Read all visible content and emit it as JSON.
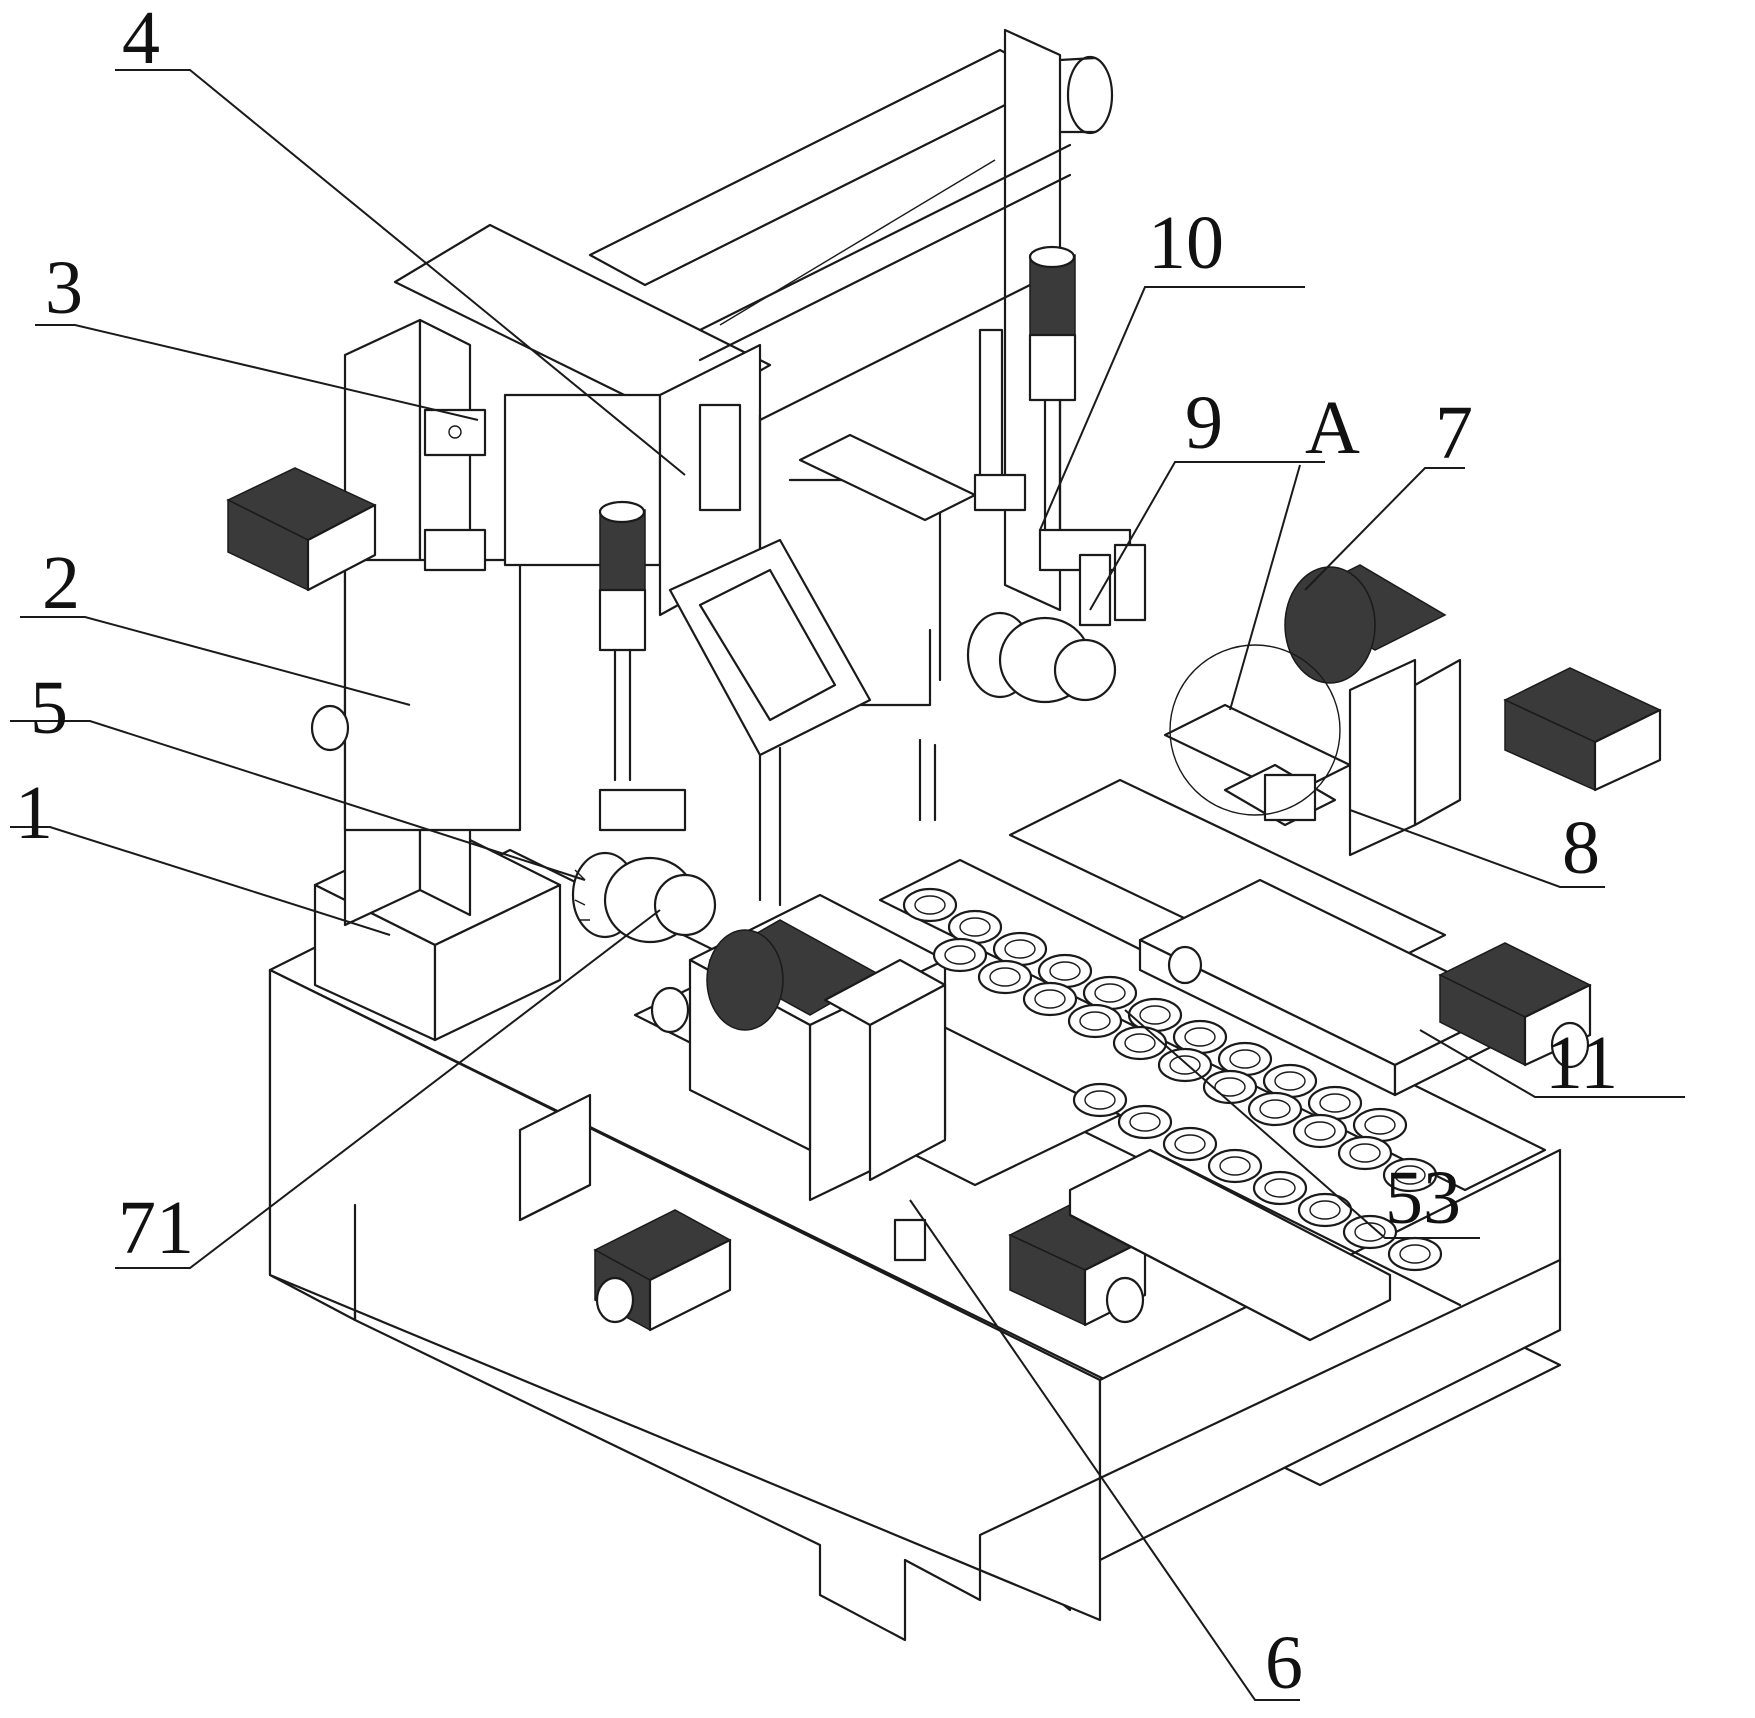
{
  "figure": {
    "type": "patent-line-drawing",
    "subject": "isometric view of automated machining equipment with conveyor and workpiece trays",
    "stroke_color": "#1a1a1a",
    "background": "#ffffff"
  },
  "labels": [
    {
      "id": "1",
      "text": "1"
    },
    {
      "id": "2",
      "text": "2"
    },
    {
      "id": "3",
      "text": "3"
    },
    {
      "id": "4",
      "text": "4"
    },
    {
      "id": "5",
      "text": "5"
    },
    {
      "id": "6",
      "text": "6"
    },
    {
      "id": "7",
      "text": "7"
    },
    {
      "id": "8",
      "text": "8"
    },
    {
      "id": "9",
      "text": "9"
    },
    {
      "id": "10",
      "text": "10"
    },
    {
      "id": "11",
      "text": "11"
    },
    {
      "id": "53",
      "text": "53"
    },
    {
      "id": "71",
      "text": "71"
    },
    {
      "id": "A",
      "text": "A"
    }
  ]
}
